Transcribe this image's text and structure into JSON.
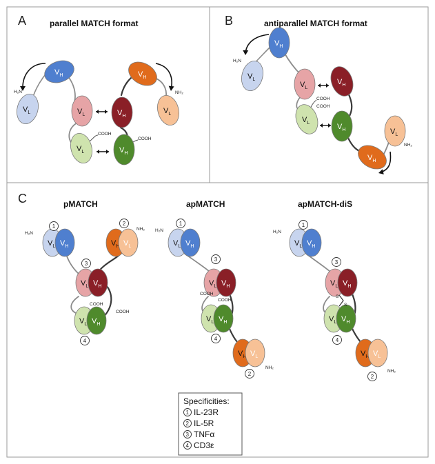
{
  "panels": {
    "a": {
      "letter": "A",
      "title": "parallel MATCH format"
    },
    "b": {
      "letter": "B",
      "title": "antiparallel MATCH format"
    },
    "c": {
      "letter": "C",
      "titles": [
        "pMATCH",
        "apMATCH",
        "apMATCH-diS"
      ]
    }
  },
  "labels": {
    "h2n": "H₂N",
    "nh2": "NH₂",
    "cooh": "COOH",
    "v": "V",
    "sub_l": "L",
    "sub_h": "H",
    "s": "S"
  },
  "numbers": [
    "1",
    "2",
    "3",
    "4"
  ],
  "legend": {
    "title": "Specificities:",
    "items": [
      {
        "num": "1",
        "name": "IL-23R"
      },
      {
        "num": "2",
        "name": "IL-5R"
      },
      {
        "num": "3",
        "name": "TNFα"
      },
      {
        "num": "4",
        "name": "CD3ε"
      }
    ]
  },
  "colors": {
    "blue_light": "#c7d4ee",
    "blue": "#4f7fcf",
    "red_light": "#e6a4a6",
    "red": "#8a1f27",
    "green_light": "#cfe3ae",
    "green": "#4f8a2c",
    "orange": "#e06b1c",
    "orange_light": "#f7c196"
  }
}
